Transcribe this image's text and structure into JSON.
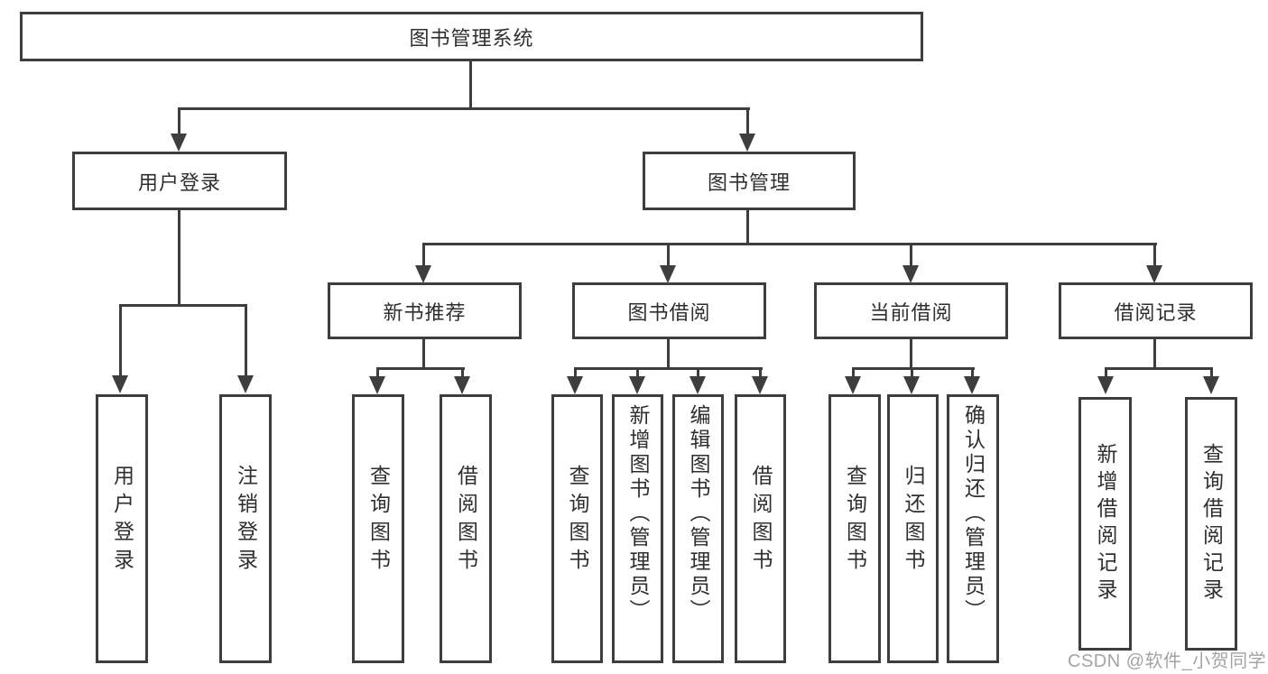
{
  "diagram": {
    "title": "图书管理系统",
    "colors": {
      "background": "#ffffff",
      "line": "#3e3e3e",
      "text": "#2f2f2f",
      "watermark": "#949494"
    },
    "nodes": {
      "root": "图书管理系统",
      "user_login": "用户登录",
      "book_mgmt": "图书管理",
      "new_book_rec": "新书推荐",
      "book_borrow": "图书借阅",
      "current_borrow": "当前借阅",
      "borrow_record": "借阅记录",
      "ul_login": "用户登录",
      "ul_logout": "注销登录",
      "nb_query": "查询图书",
      "nb_borrow": "借阅图书",
      "bb_query": "查询图书",
      "bb_add": "新增图书（管理员）",
      "bb_edit": "编辑图书（管理员）",
      "bb_borrow": "借阅图书",
      "cb_query": "查询图书",
      "cb_return": "归还图书",
      "cb_confirm": "确认归还（管理员）",
      "br_add": "新增借阅记录",
      "br_query": "查询借阅记录"
    },
    "watermark": "CSDN @软件_小贺同学"
  }
}
